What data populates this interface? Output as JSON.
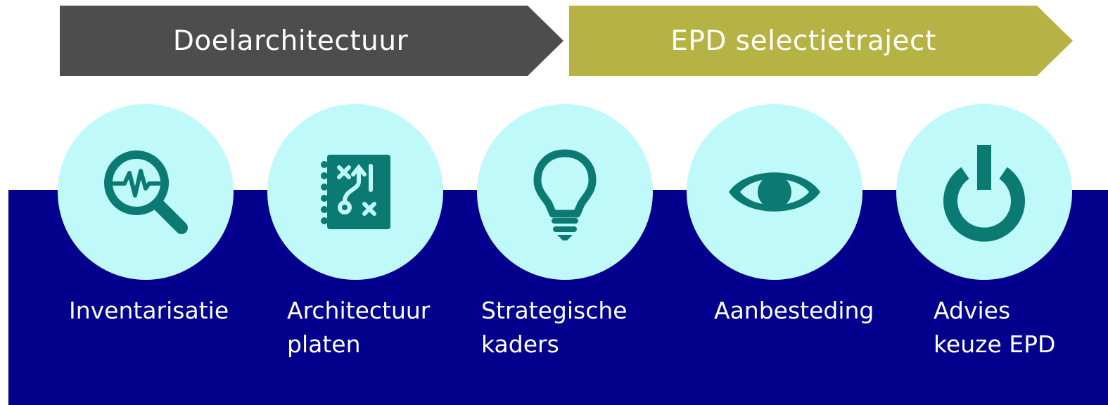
{
  "phases": [
    {
      "label": "Doelarchitectuur",
      "color": "#4d4d4d"
    },
    {
      "label": "EPD selectietraject",
      "color": "#b7b244"
    }
  ],
  "steps": [
    {
      "icon": "magnifier-pulse-icon",
      "line1": "Inventarisatie",
      "line2": ""
    },
    {
      "icon": "strategy-board-icon",
      "line1": "Architectuur",
      "line2": "platen"
    },
    {
      "icon": "lightbulb-icon",
      "line1": "Strategische",
      "line2": "kaders"
    },
    {
      "icon": "eye-icon",
      "line1": "Aanbesteding",
      "line2": ""
    },
    {
      "icon": "power-icon",
      "line1": "Advies",
      "line2": "keuze EPD"
    }
  ],
  "colors": {
    "band": "#03008d",
    "circle": "#bff9fa",
    "icon": "#0b7a72"
  }
}
